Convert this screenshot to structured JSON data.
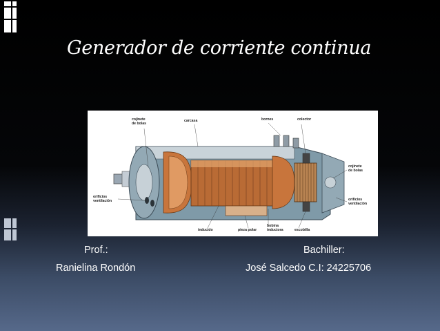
{
  "slide": {
    "title": "Generador de corriente continua"
  },
  "diagram": {
    "labels": {
      "cojinete_left": "cojinete\nde bolas",
      "carcasa": "carcasa",
      "bornes": "bornes",
      "colector": "colector",
      "cojinete_right": "cojinete\nde bolas",
      "orificios_left": "orificios\nventilación",
      "orificios_right": "orificios\nventilación",
      "inducido": "inducido",
      "pieza_polar": "pieza polar",
      "bobina_inductora": "bobina\ninductora",
      "escobilla": "escobilla"
    }
  },
  "credits": {
    "teacher_role": "Prof.:",
    "teacher_name": "Ranielina Rondón",
    "student_role": "Bachiller:",
    "student_name": "José Salcedo C.I: 24225706"
  },
  "colors": {
    "background_top": "#000000",
    "background_bottom": "#56698a",
    "text": "#ffffff",
    "accent_squares": "#ffffff"
  }
}
